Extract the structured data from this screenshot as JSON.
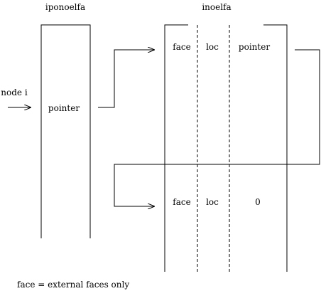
{
  "labels": {
    "iponoelfa": "iponoelfa",
    "inoelfa": "inoelfa",
    "node_i": "node i",
    "pointer_left": "pointer",
    "row1_face": "face",
    "row1_loc": "loc",
    "row1_pointer": "pointer",
    "row2_face": "face",
    "row2_loc": "loc",
    "row2_zero": "0",
    "footnote": "face = external faces only"
  }
}
